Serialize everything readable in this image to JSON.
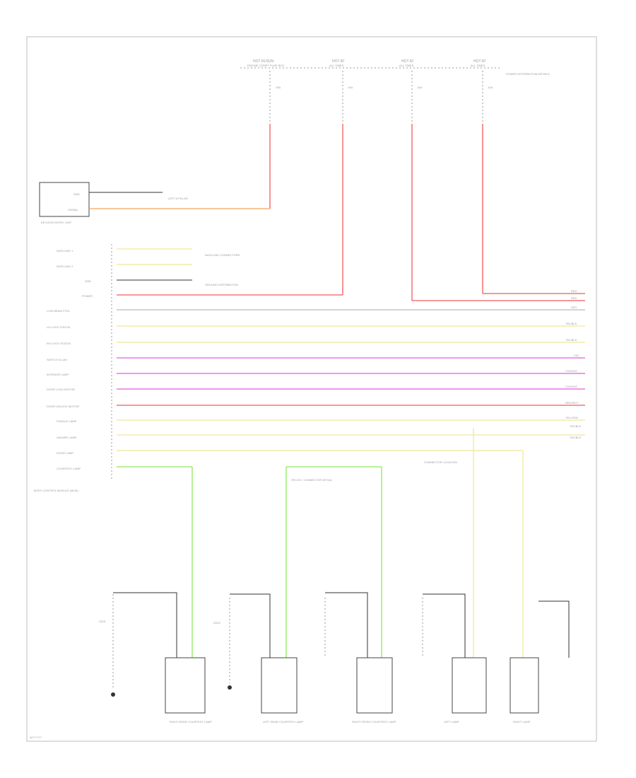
{
  "diagram": {
    "page_code": "W??????",
    "top_bus": {
      "sources": [
        {
          "label": "HOT IN RUN",
          "sub": "ENGINE COMPT FUSE BOX",
          "fuse": "15A"
        },
        {
          "label": "HOT AT",
          "sub": "ALL TIMES",
          "fuse": "10A"
        },
        {
          "label": "HOT AT",
          "sub": "ALL TIMES",
          "fuse": "15A"
        },
        {
          "label": "HOT AT",
          "sub": "ALL TIMES",
          "fuse": "10A"
        }
      ],
      "side_note": "POWER DISTRIBUTION DETAILS"
    },
    "keyless_unit": {
      "label": "KEYLESS ENTRY UNIT",
      "pins": [
        "GND",
        "SIGNAL"
      ],
      "note": "LEFT A PILLAR"
    },
    "controller": {
      "label": "BODY CONTROL MODULE (BCM)",
      "pins": [
        "DATA LINK 1",
        "DATA LINK 2",
        "GND",
        "POWER",
        "LOW BEAM CTRL",
        "LH LOCK STATUS",
        "RH LOCK STATUS",
        "SWITCH ILLUM",
        "INTERIOR LAMP",
        "DOOR LOCK MOTOR",
        "DOOR UNLOCK MOTOR",
        "PUDDLE LAMP",
        "HAZARD LAMP",
        "DOOR LAMP",
        "COURTESY LAMP"
      ],
      "right_labels": [
        "RED",
        "RED",
        "GRY",
        "YEL/BLK",
        "YEL/BLK",
        "VIO",
        "VIO/WHT",
        "VIO/WHT",
        "RED/WHT",
        "YEL/GRN",
        "YEL/BLK",
        "YEL/BLK"
      ],
      "notes": [
        "DATA LINK CONNECTORS",
        "GROUND DISTRIBUTION"
      ]
    },
    "splice_notes": [
      "SPLICE / CONNECTOR DETAIL",
      "CONNECTOR LOCATION"
    ],
    "lamps": [
      "RIGHT REAR COURTESY LAMP",
      "LEFT REAR COURTESY LAMP",
      "RIGHT FRONT COURTESY LAMP",
      "LEFT LAMP",
      "RIGHT LAMP"
    ],
    "ground_labels": [
      "G201",
      "G202"
    ],
    "colors": {
      "red": "#f05a5a",
      "orange": "#f3a45c",
      "yellow": "#f0e79a",
      "violet": "#e35be3",
      "green": "#8ee85e",
      "gray": "#bbbbbb",
      "black": "#333333"
    }
  }
}
